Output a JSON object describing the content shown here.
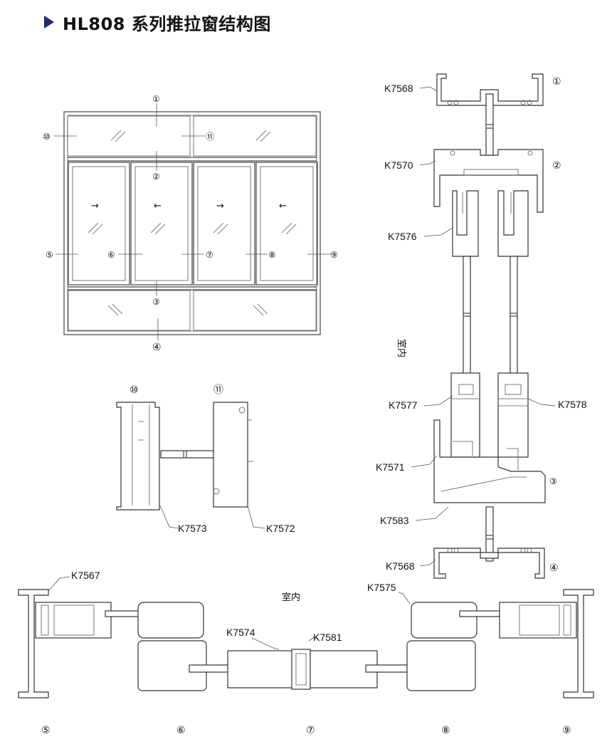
{
  "title": "HL808 系列推拉窗结构图",
  "markers": {
    "m1": "①",
    "m2": "②",
    "m3": "③",
    "m4": "④",
    "m5": "⑤",
    "m6": "⑥",
    "m7": "⑦",
    "m8": "⑧",
    "m9": "⑨",
    "m10": "⑩",
    "m11": "⑪"
  },
  "arrows": {
    "right": "→",
    "left": "←"
  },
  "parts": {
    "k7568": "K7568",
    "k7570": "K7570",
    "k7576": "K7576",
    "k7577": "K7577",
    "k7578": "K7578",
    "k7571": "K7571",
    "k7583": "K7583",
    "k7573": "K7573",
    "k7572": "K7572",
    "k7567": "K7567",
    "k7575": "K7575",
    "k7574": "K7574",
    "k7581": "K7581"
  },
  "indoor": "室内"
}
